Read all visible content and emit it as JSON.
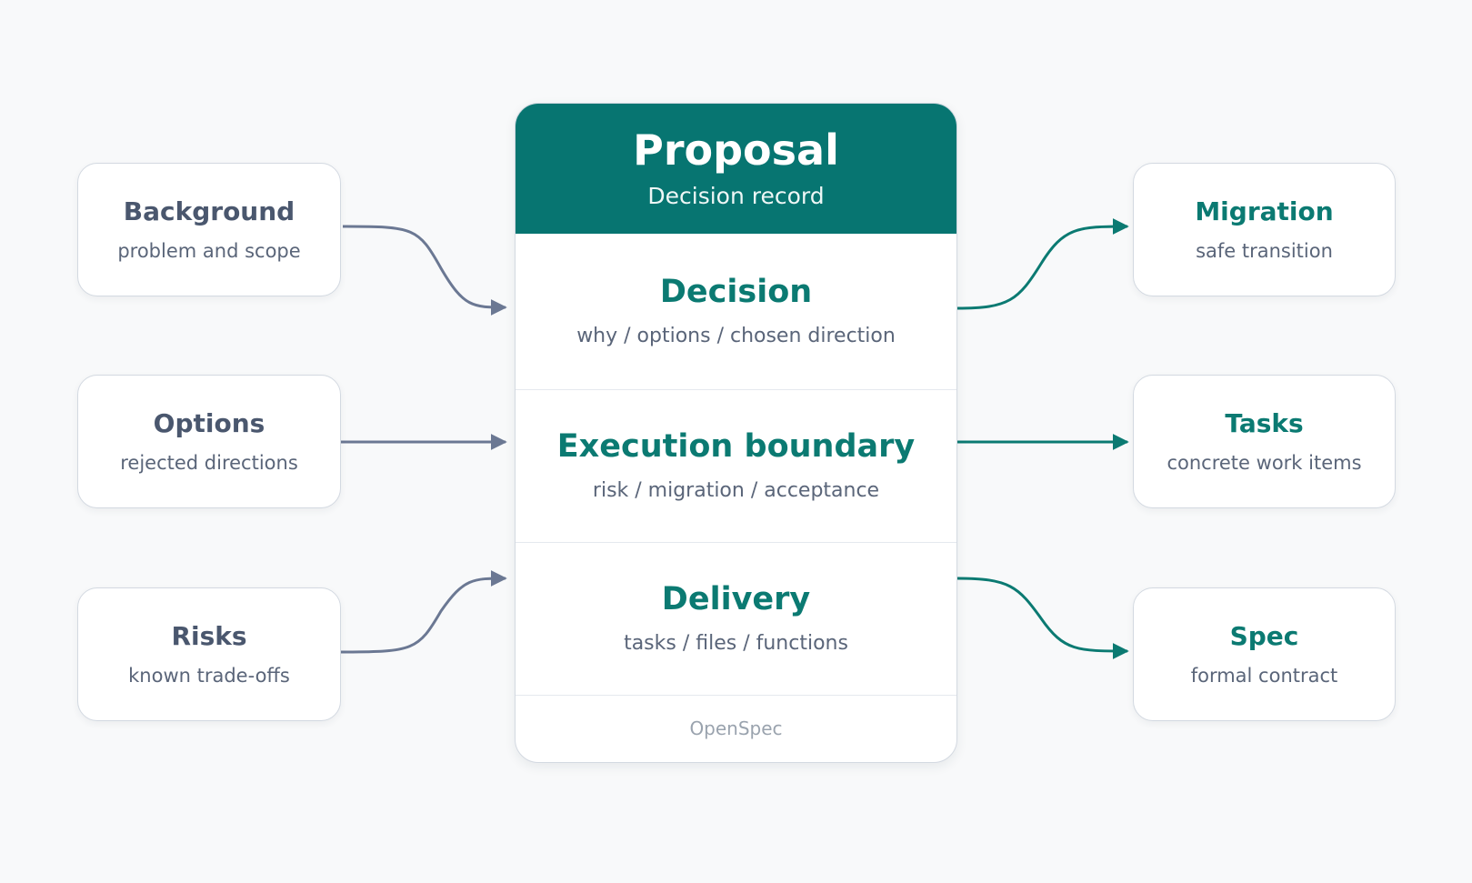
{
  "center": {
    "title": "Proposal",
    "subtitle": "Decision record",
    "sections": [
      {
        "title": "Decision",
        "subtitle": "why / options / chosen direction"
      },
      {
        "title": "Execution boundary",
        "subtitle": "risk / migration / acceptance"
      },
      {
        "title": "Delivery",
        "subtitle": "tasks / files / functions"
      }
    ],
    "footer": "OpenSpec"
  },
  "inputs": [
    {
      "title": "Background",
      "subtitle": "problem and scope"
    },
    {
      "title": "Options",
      "subtitle": "rejected directions"
    },
    {
      "title": "Risks",
      "subtitle": "known trade-offs"
    }
  ],
  "outputs": [
    {
      "title": "Migration",
      "subtitle": "safe transition"
    },
    {
      "title": "Tasks",
      "subtitle": "concrete work items"
    },
    {
      "title": "Spec",
      "subtitle": "formal contract"
    }
  ],
  "colors": {
    "header_bg": "#077571",
    "accent": "#0b7a72",
    "input_arrow": "#6b7893",
    "output_arrow": "#0b7a72"
  }
}
